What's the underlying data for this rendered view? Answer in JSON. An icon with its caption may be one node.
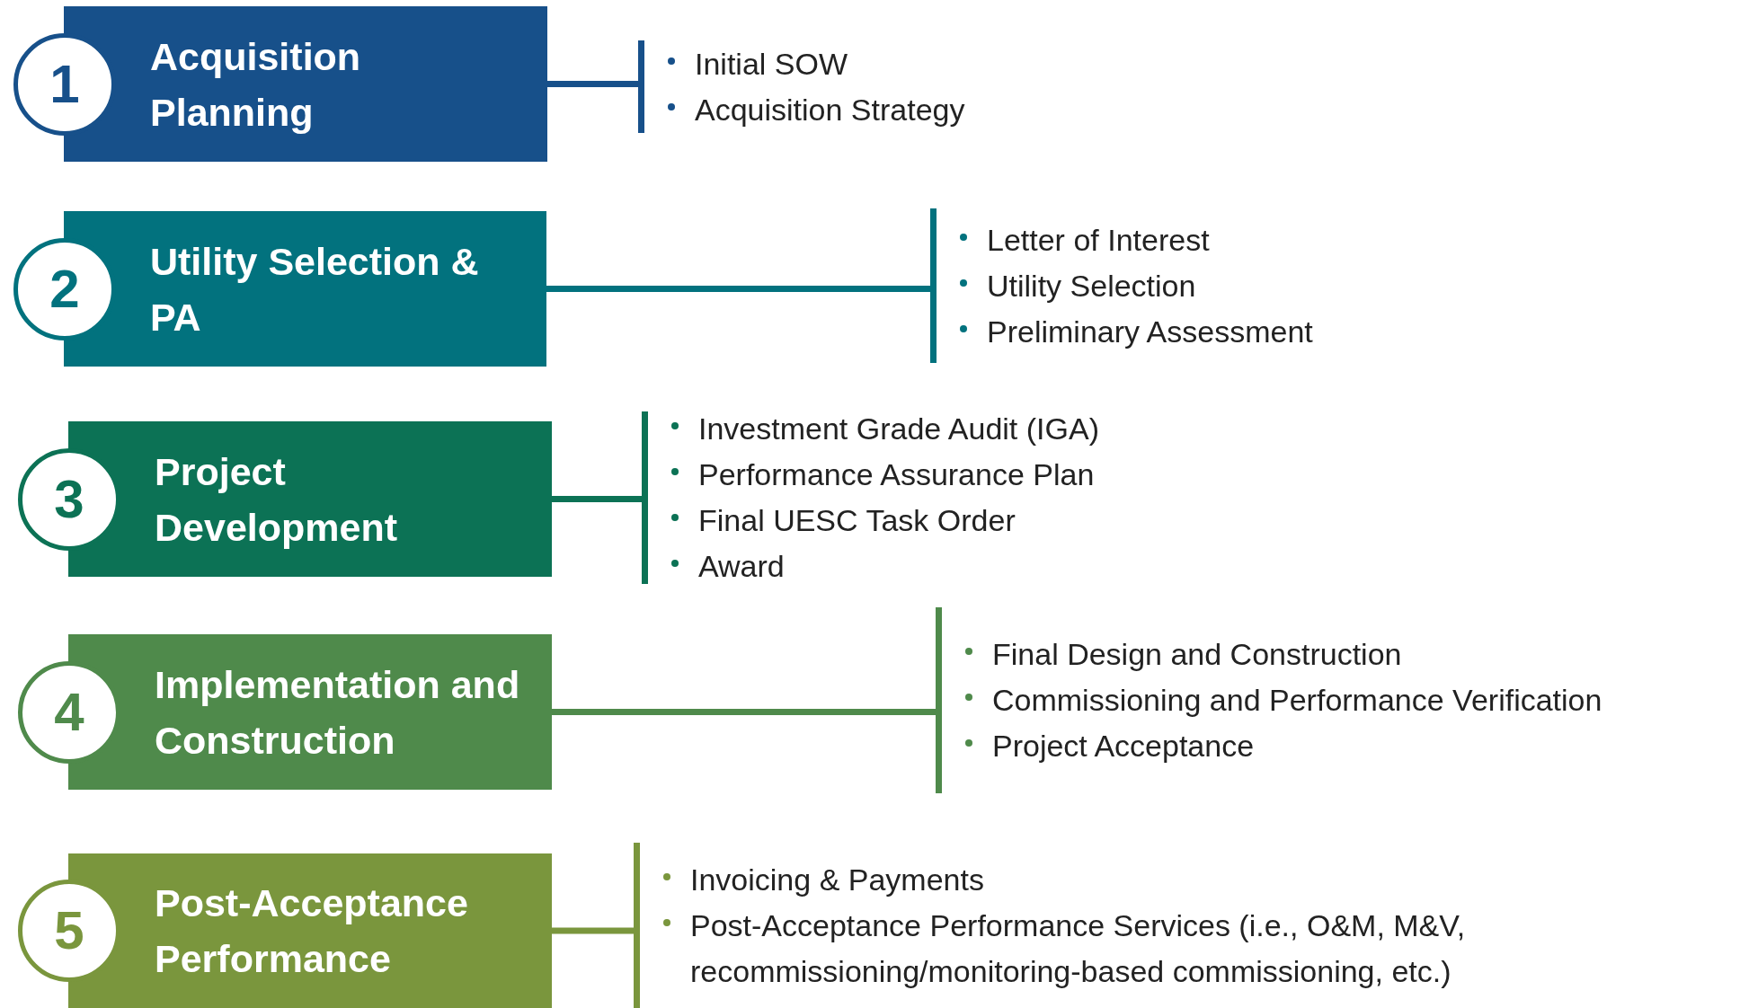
{
  "diagram": {
    "nodes": [
      {
        "text": [
          "1"
        ]
      },
      {
        "text": [
          "Acquisition Planning"
        ]
      },
      {
        "text": [
          "Initial SOW",
          "Acquisition Strategy"
        ]
      },
      {
        "text": [
          "2"
        ]
      },
      {
        "text": [
          "Utility Selection & PA"
        ]
      },
      {
        "text": [
          "Letter of Interest",
          "Utility Selection",
          "Preliminary Assessment"
        ]
      },
      {
        "text": [
          "3"
        ]
      },
      {
        "text": [
          "Project Development"
        ]
      },
      {
        "text": [
          "Investment Grade Audit (IGA)",
          "Performance Assurance Plan",
          "Final UESC Task Order",
          "Award"
        ]
      },
      {
        "text": [
          "4"
        ]
      },
      {
        "text": [
          "Implementation and Construction"
        ]
      },
      {
        "text": [
          "Final Design and Construction",
          "Commissioning and Performance Verification",
          "Project Acceptance"
        ]
      },
      {
        "text": [
          "5"
        ]
      },
      {
        "text": [
          "Post-Acceptance Performance"
        ]
      },
      {
        "text": [
          "Invoicing & Payments",
          "Post-Acceptance Performance Services (i.e., O&M, M&V, recommissioning/monitoring-based commissioning, etc.)"
        ]
      }
    ],
    "edges": [
      {
        "from": 1,
        "to": 2,
        "arrow": "none",
        "color": "#17508a"
      },
      {
        "from": 4,
        "to": 5,
        "arrow": "none",
        "color": "#02727e"
      },
      {
        "from": 7,
        "to": 8,
        "arrow": "none",
        "color": "#0c7255"
      },
      {
        "from": 10,
        "to": 11,
        "arrow": "none",
        "color": "#4f8a4b"
      },
      {
        "from": 13,
        "to": 14,
        "arrow": "none",
        "color": "#7a963d"
      }
    ]
  }
}
